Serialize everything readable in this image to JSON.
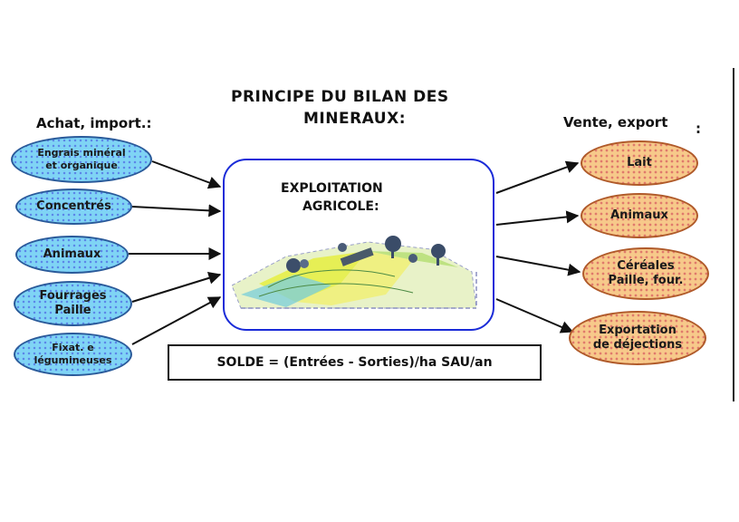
{
  "title": {
    "line1": "PRINCIPE DU BILAN DES",
    "line2": "MINERAUX:"
  },
  "inputs_label": "Achat, import.:",
  "outputs_label": "Vente,  export",
  "outputs_colon": ":",
  "inputs": [
    {
      "line1": "Engrais minéral",
      "line2": "et organique"
    },
    {
      "line1": "Concentrés",
      "line2": ""
    },
    {
      "line1": "Animaux",
      "line2": ""
    },
    {
      "line1": "Fourrages",
      "line2": "Paille"
    },
    {
      "line1": "Fixat. e",
      "line2": "légumineuses"
    }
  ],
  "outputs": [
    {
      "line1": "Lait",
      "line2": ""
    },
    {
      "line1": "Animaux",
      "line2": ""
    },
    {
      "line1": "Céréales",
      "line2": "Paille, four."
    },
    {
      "line1": "Exportation",
      "line2": "de déjections"
    }
  ],
  "center": {
    "line1": "EXPLOITATION",
    "line2": "AGRICOLE:"
  },
  "formula": "SOLDE = (Entrées - Sorties)/ha SAU/an",
  "colors": {
    "input_fill": "#7fd4f5",
    "input_dots": "#5c87e8",
    "output_fill": "#f7c98a",
    "output_dots": "#e07a6c",
    "center_border": "#1a2bd8"
  },
  "icons": [
    "farm-landscape-icon"
  ]
}
